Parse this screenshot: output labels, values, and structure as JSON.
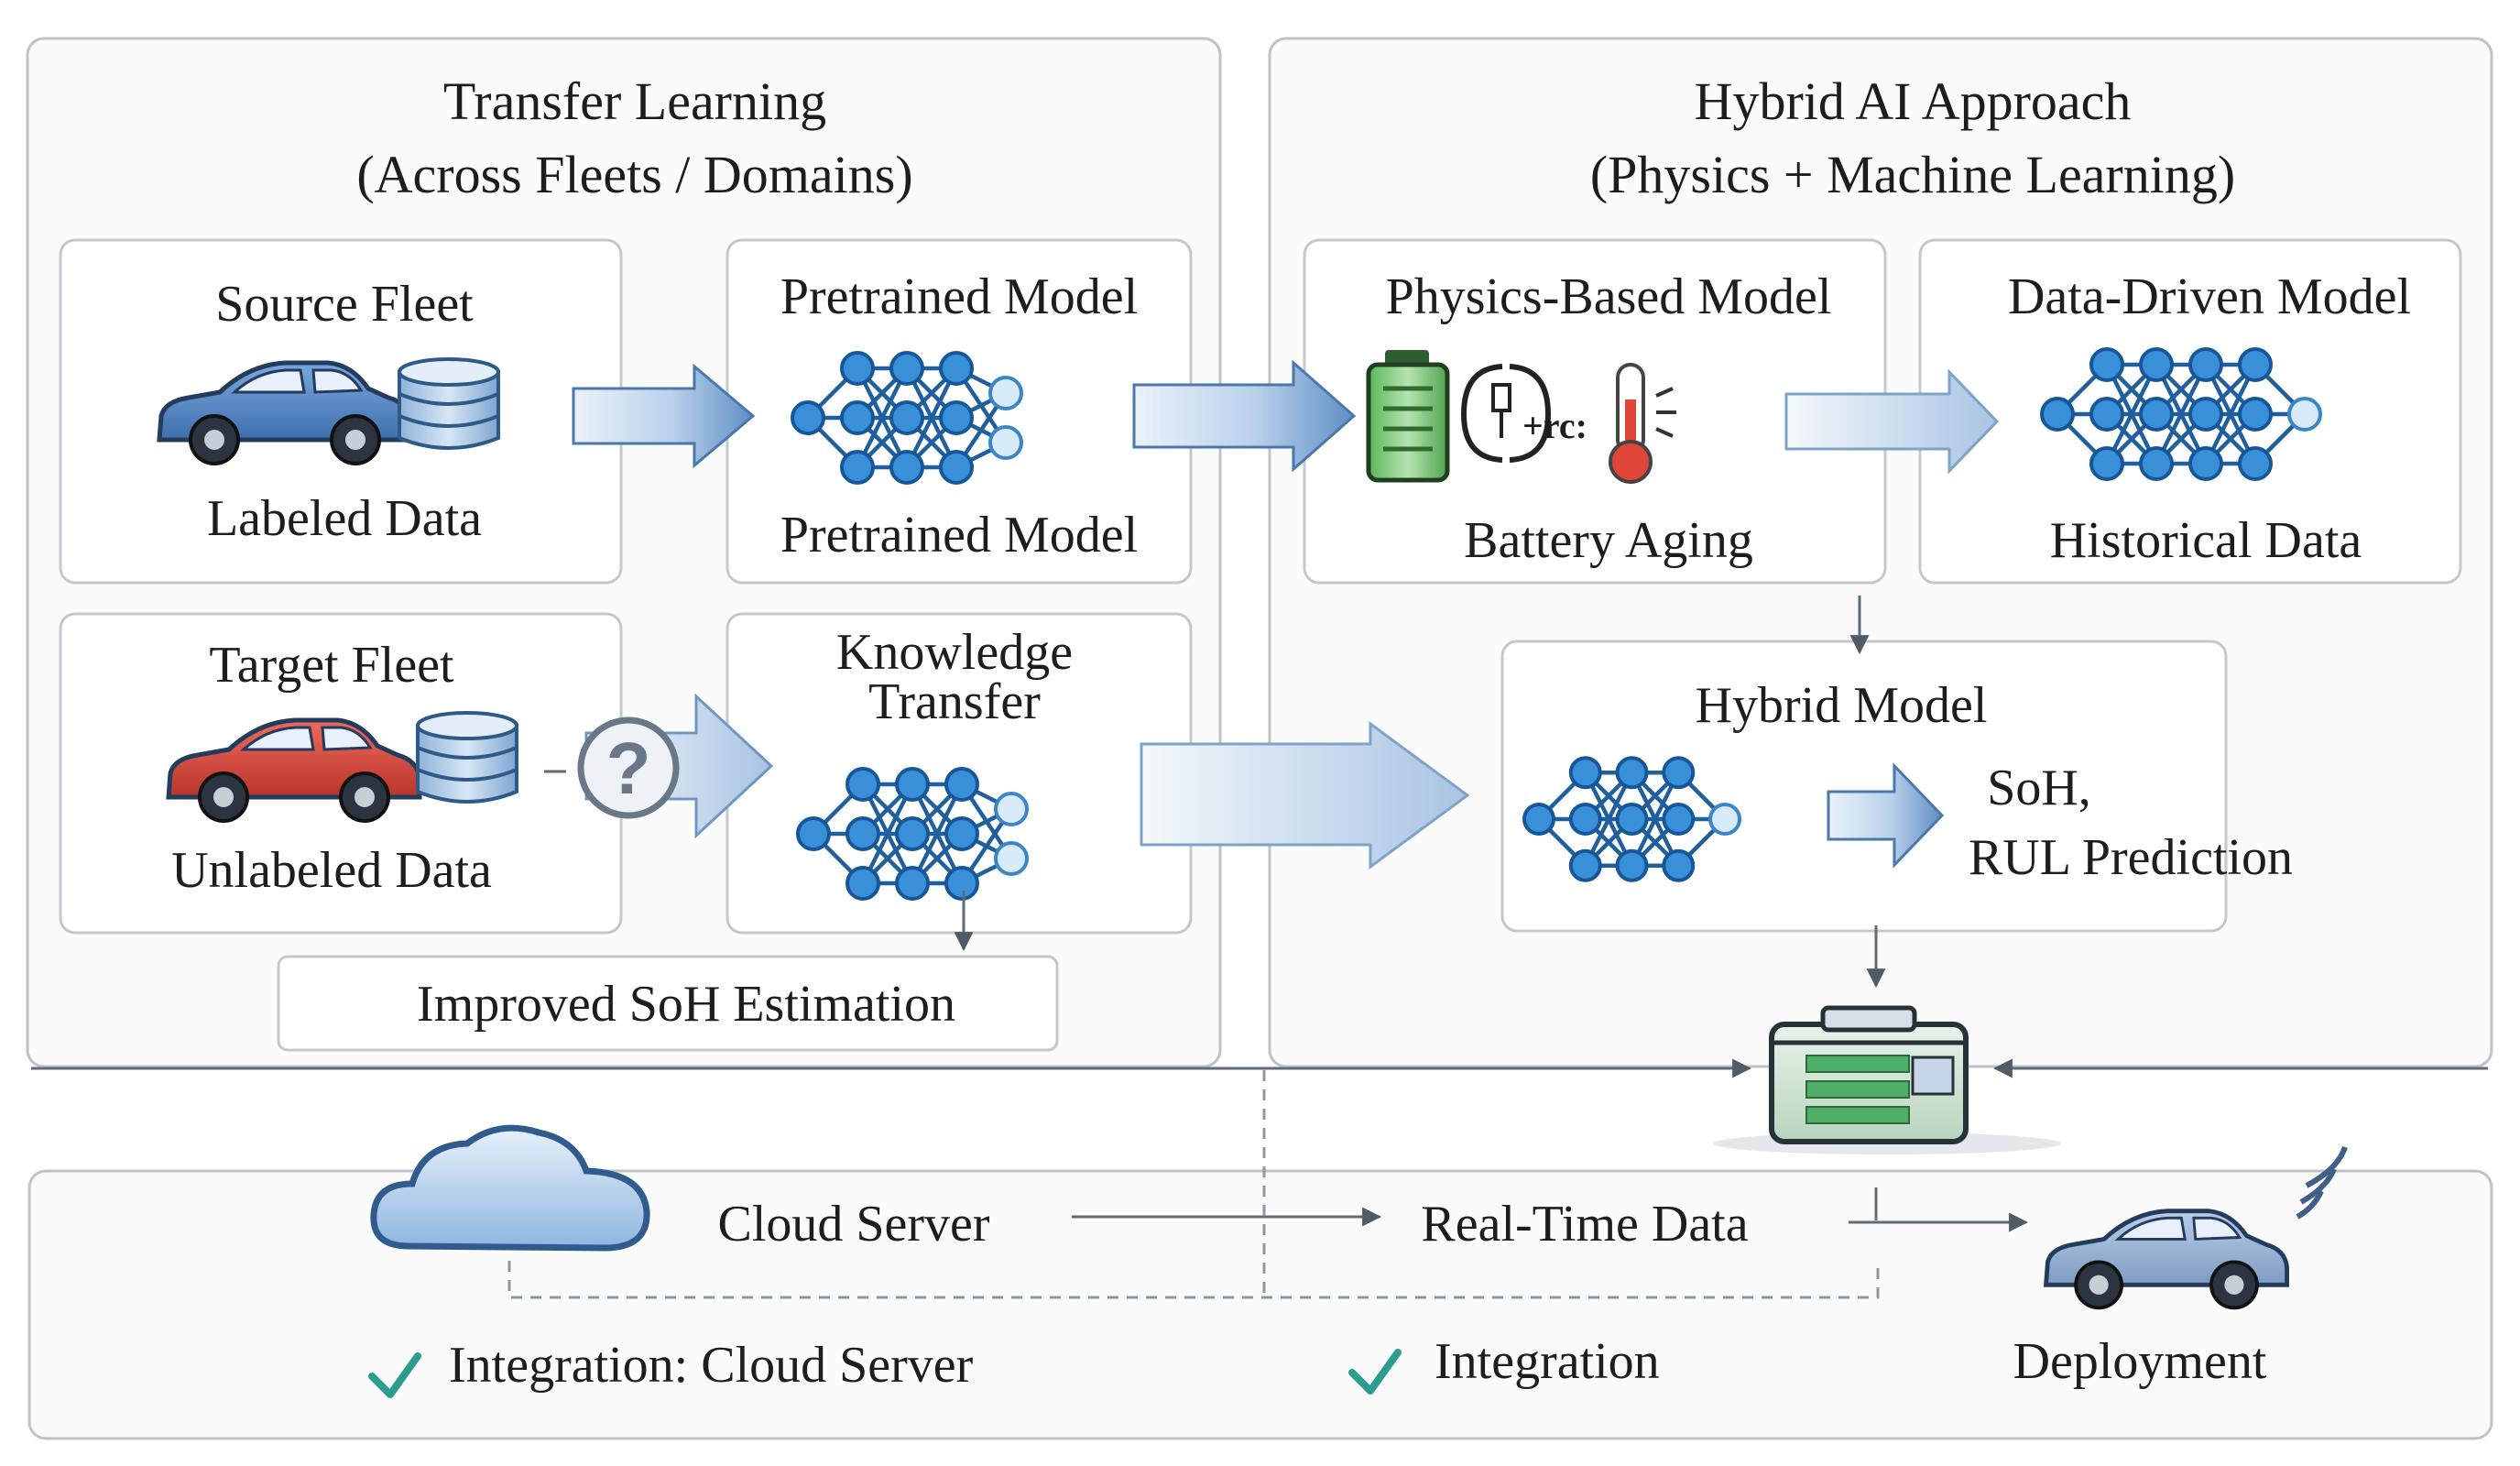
{
  "left_panel": {
    "title_line1": "Transfer Learning",
    "title_line2": "(Across Fleets / Domains)",
    "source_fleet": {
      "title": "Source Fleet",
      "caption": "Labeled Data"
    },
    "pretrained": {
      "title": "Pretrained Model",
      "caption": "Pretrained Model"
    },
    "target_fleet": {
      "title": "Target Fleet",
      "caption": "Unlabeled Data"
    },
    "knowledge_transfer": {
      "line1": "Knowledge",
      "line2": "Transfer"
    },
    "improved_estimation": "Improved SoH Estimation"
  },
  "right_panel": {
    "title_line1": "Hybrid AI Approach",
    "title_line2": "(Physics + Machine Learning)",
    "physics_model": {
      "title": "Physics-Based Model",
      "caption": "Battery Aging",
      "circuit_label": "+rc:"
    },
    "data_model": {
      "title": "Data-Driven Model",
      "caption": "Historical Data"
    },
    "hybrid_model": {
      "title": "Hybrid Model",
      "output_line1": "SoH,",
      "output_line2": "RUL Prediction"
    }
  },
  "bottom_panel": {
    "cloud_server": "Cloud Server",
    "real_time_data": "Real-Time Data",
    "integration_cloud": "Integration: Cloud Server",
    "integration": "Integration",
    "deployment": "Deployment"
  },
  "colors": {
    "node_blue": "#3a8fd9",
    "edge_blue": "#1f5f9e",
    "car_blue": "#5d8fcf",
    "car_red": "#d94a3c",
    "battery_green": "#6cc36a",
    "check_teal": "#2a9d8f"
  },
  "icons": [
    "car-icon",
    "database-icon",
    "question-icon",
    "neural-network-icon",
    "battery-icon",
    "thermometer-icon",
    "circuit-icon",
    "battery-pack-icon",
    "cloud-icon",
    "wifi-icon",
    "check-icon"
  ]
}
